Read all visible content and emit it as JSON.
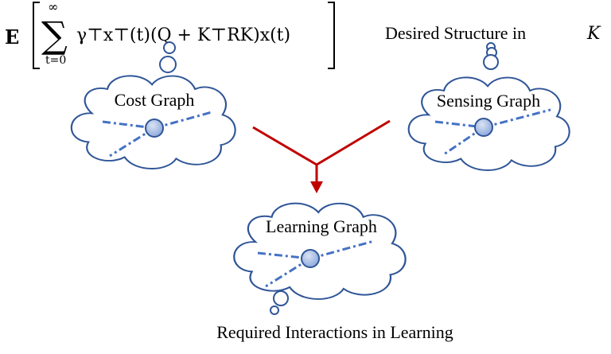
{
  "objective": {
    "operator": "E",
    "sum_upper": "∞",
    "sum_lower": "t=0",
    "expression": "γ⊤x⊤(t)(Q + K⊤RK)x(t)"
  },
  "annotations": {
    "desired_structure": "Desired Structure in",
    "desired_structure_symbol": "K",
    "required_interactions": "Required Interactions in Learning"
  },
  "clouds": {
    "cost": {
      "label": "Cost Graph"
    },
    "sensing": {
      "label": "Sensing Graph"
    },
    "learning": {
      "label": "Learning Graph"
    }
  },
  "colors": {
    "cloud_outline": "#2f5597",
    "edge": "#4472c4",
    "node_fill": "#b4c7e7",
    "arrow": "#c00000"
  }
}
